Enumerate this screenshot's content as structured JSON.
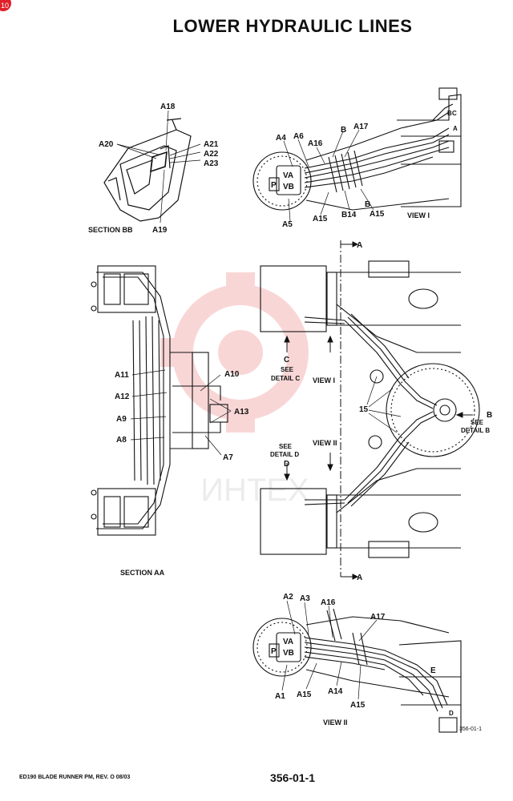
{
  "page": {
    "badge": "10",
    "title": "LOWER HYDRAULIC LINES",
    "footer_left": "ED190 BLADE RUNNER PM, REV. O 08/03",
    "footer_page": "356-01-1",
    "figure_ref": "356-01-1",
    "watermark": "ИНТЕХ"
  },
  "section_bb": {
    "caption": "SECTION BB",
    "labels": [
      "A18",
      "A20",
      "A21",
      "A22",
      "A23",
      "A19"
    ]
  },
  "view_i": {
    "caption": "VIEW I",
    "labels": [
      "B",
      "A17",
      "A4",
      "A6",
      "A16",
      "VA",
      "VB",
      "P",
      "A5",
      "A15",
      "B14",
      "B",
      "A15",
      "C",
      "B",
      "A"
    ]
  },
  "section_aa": {
    "caption": "SECTION AA",
    "labels": [
      "A11",
      "A10",
      "A12",
      "A13",
      "A9",
      "A8",
      "A7"
    ]
  },
  "main_view": {
    "section_marks": [
      "A",
      "A"
    ],
    "labels": [
      "C",
      "SEE",
      "DETAIL C",
      "VIEW I",
      "15",
      "B",
      "SEE",
      "DETAIL B",
      "SEE",
      "DETAIL D",
      "D",
      "VIEW II"
    ]
  },
  "view_ii": {
    "caption": "VIEW II",
    "labels": [
      "A2",
      "A3",
      "A16",
      "A17",
      "VA",
      "VB",
      "P",
      "A1",
      "A15",
      "A14",
      "A15",
      "E",
      "D"
    ]
  }
}
